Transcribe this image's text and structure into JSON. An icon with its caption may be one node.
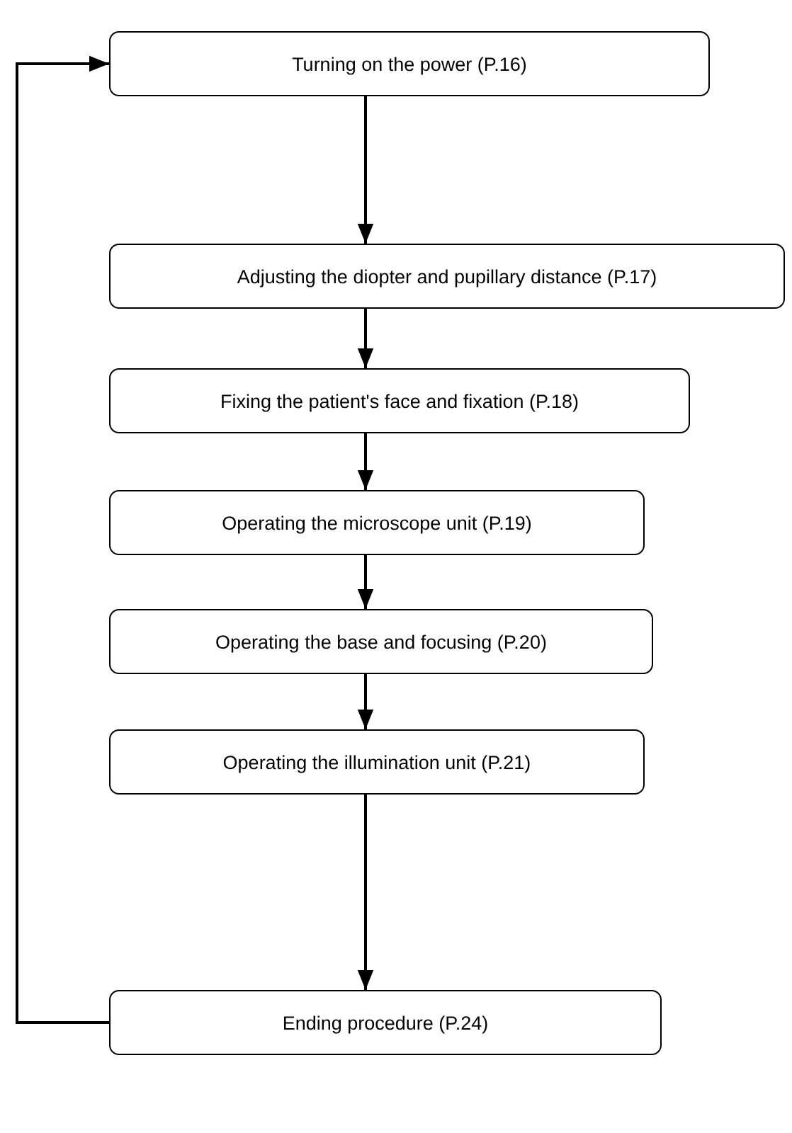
{
  "diagram": {
    "nodes": [
      {
        "text": [
          "Turning on the power (P.16)"
        ]
      },
      {
        "text": [
          "Adjusting the diopter and pupillary distance (P.17)"
        ]
      },
      {
        "text": [
          "Fixing the patient's face and fixation (P.18)"
        ]
      },
      {
        "text": [
          "Operating the microscope unit (P.19)"
        ]
      },
      {
        "text": [
          "Operating the base and focusing (P.20)"
        ]
      },
      {
        "text": [
          "Operating the illumination unit (P.21)"
        ]
      },
      {
        "text": [
          "Ending procedure (P.24)"
        ]
      }
    ],
    "edges": [
      {
        "from": 0,
        "to": 1,
        "arrow": "to"
      },
      {
        "from": 1,
        "to": 2,
        "arrow": "to"
      },
      {
        "from": 2,
        "to": 3,
        "arrow": "to"
      },
      {
        "from": 3,
        "to": 4,
        "arrow": "to"
      },
      {
        "from": 4,
        "to": 5,
        "arrow": "to"
      },
      {
        "from": 5,
        "to": 6,
        "arrow": "to"
      },
      {
        "from": 6,
        "to": 0,
        "arrow": "to"
      }
    ]
  }
}
